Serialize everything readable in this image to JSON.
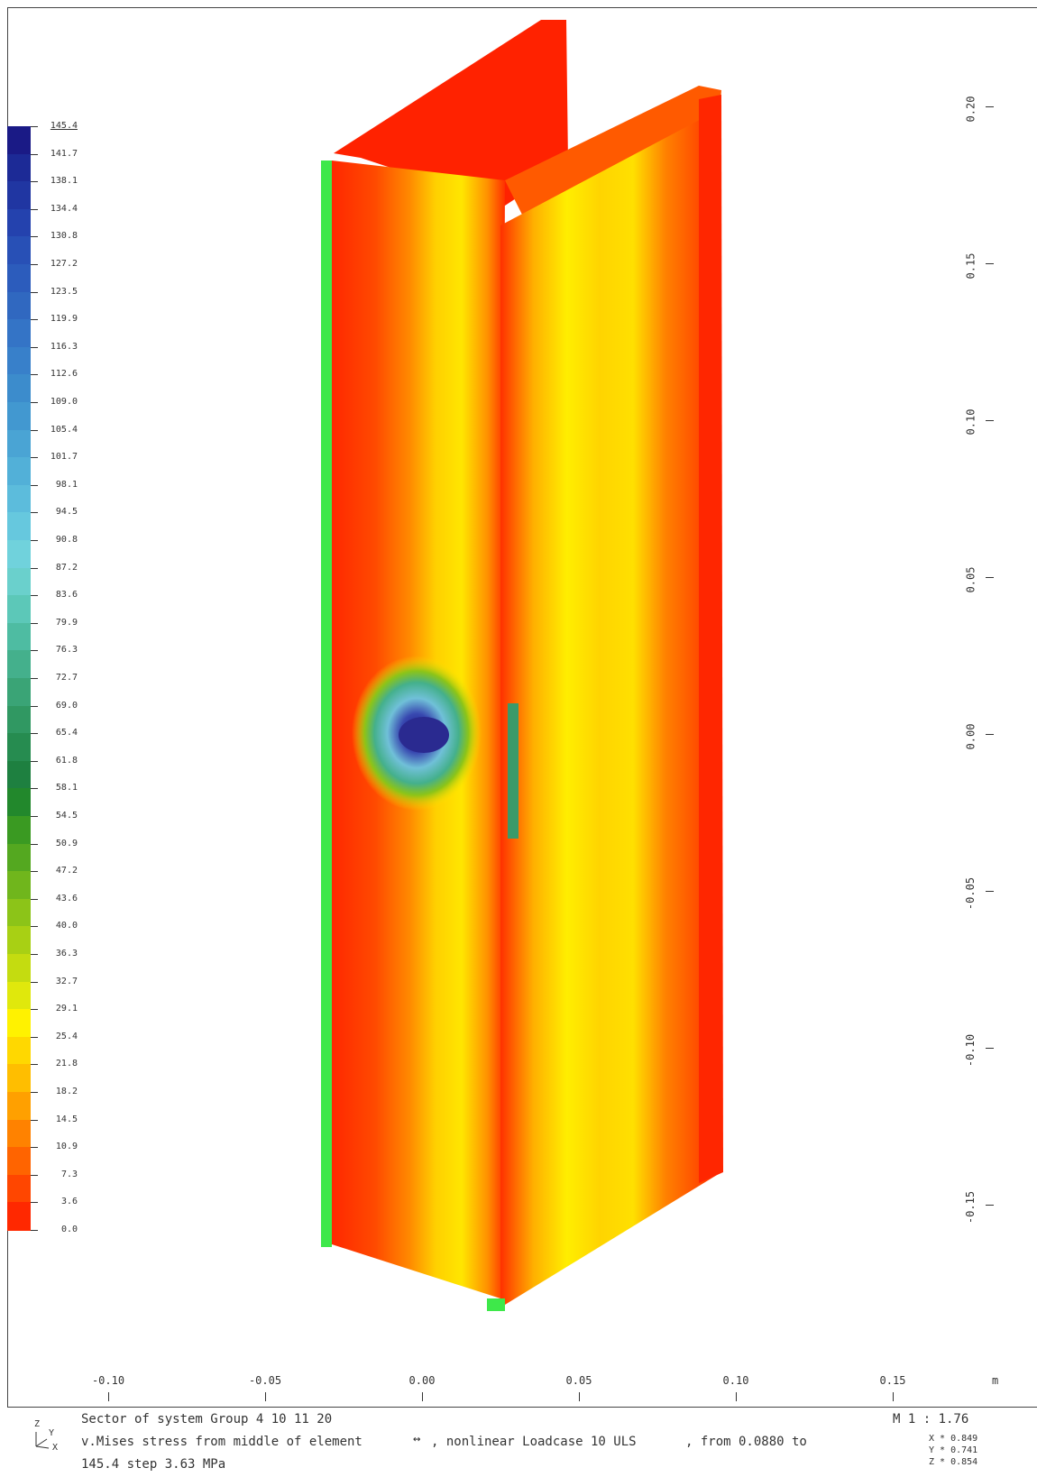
{
  "legend": {
    "labels": [
      "145.4",
      "141.7",
      "138.1",
      "134.4",
      "130.8",
      "127.2",
      "123.5",
      "119.9",
      "116.3",
      "112.6",
      "109.0",
      "105.4",
      "101.7",
      "98.1",
      "94.5",
      "90.8",
      "87.2",
      "83.6",
      "79.9",
      "76.3",
      "72.7",
      "69.0",
      "65.4",
      "61.8",
      "58.1",
      "54.5",
      "50.9",
      "47.2",
      "43.6",
      "40.0",
      "36.3",
      "32.7",
      "29.1",
      "25.4",
      "21.8",
      "18.2",
      "14.5",
      "10.9",
      "7.3",
      "3.6",
      "0.0"
    ],
    "colors": [
      "#1a1a86",
      "#1c2a96",
      "#2036a2",
      "#2442ae",
      "#2850b6",
      "#2c5cbc",
      "#3068c0",
      "#3474c6",
      "#3880ca",
      "#3c8ccc",
      "#4298d0",
      "#4aa4d4",
      "#52b0d8",
      "#5cbcdc",
      "#66c8de",
      "#70d2dc",
      "#6ad0cc",
      "#5cc8b8",
      "#4ebca2",
      "#44b08c",
      "#3aa476",
      "#309862",
      "#268c50",
      "#1e8040",
      "#22882c",
      "#3a9a22",
      "#54a820",
      "#70b61c",
      "#8cc418",
      "#a8d014",
      "#c4dc10",
      "#e0e80c",
      "#fff200",
      "#ffd800",
      "#ffbe00",
      "#ffa000",
      "#ff8200",
      "#ff6400",
      "#ff4600",
      "#ff2800"
    ],
    "colors_meaning": "stress color scale from 145.4 (dark blue) to 0.0 (red)"
  },
  "axes": {
    "x_ticks": [
      "-0.10",
      "-0.05",
      "0.00",
      "0.05",
      "0.10",
      "0.15"
    ],
    "x_unit": "m",
    "y_ticks": [
      "0.20",
      "0.15",
      "0.10",
      "0.05",
      "0.00",
      "-0.05",
      "-0.10",
      "-0.15"
    ]
  },
  "info": {
    "line1": "Sector of system Group 4 10 11 20",
    "line2": "v.Mises stress from middle of element",
    "line2b": ", nonlinear Loadcase 10 ULS",
    "line2c": ", from 0.0880 to",
    "line3": "145.4 step 3.63 MPa",
    "arrow": "↔",
    "scale": "M 1 :  1.76",
    "x_dir": "X * 0.849",
    "y_dir": "Y * 0.741",
    "z_dir": "Z * 0.854",
    "triad_z": "Z",
    "triad_y": "Y",
    "triad_x": "X"
  }
}
